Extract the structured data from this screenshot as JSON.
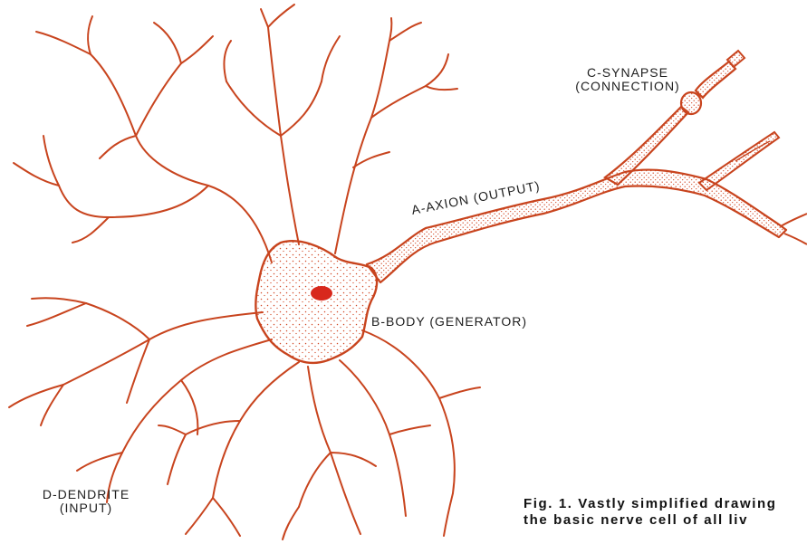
{
  "labels": {
    "synapse_title": "C-SYNAPSE",
    "synapse_sub": "(CONNECTION)",
    "axon": "A-AXION (OUTPUT)",
    "body": "B-BODY (GENERATOR)",
    "dendrite_title": "D-DENDRITE",
    "dendrite_sub": "(INPUT)"
  },
  "caption": {
    "line1": "Fig. 1. Vastly simplified drawing",
    "line2": "the basic nerve cell of all liv"
  },
  "colors": {
    "stroke": "#c8441e",
    "nucleus": "#d8281c",
    "text": "#1e1e1e"
  }
}
